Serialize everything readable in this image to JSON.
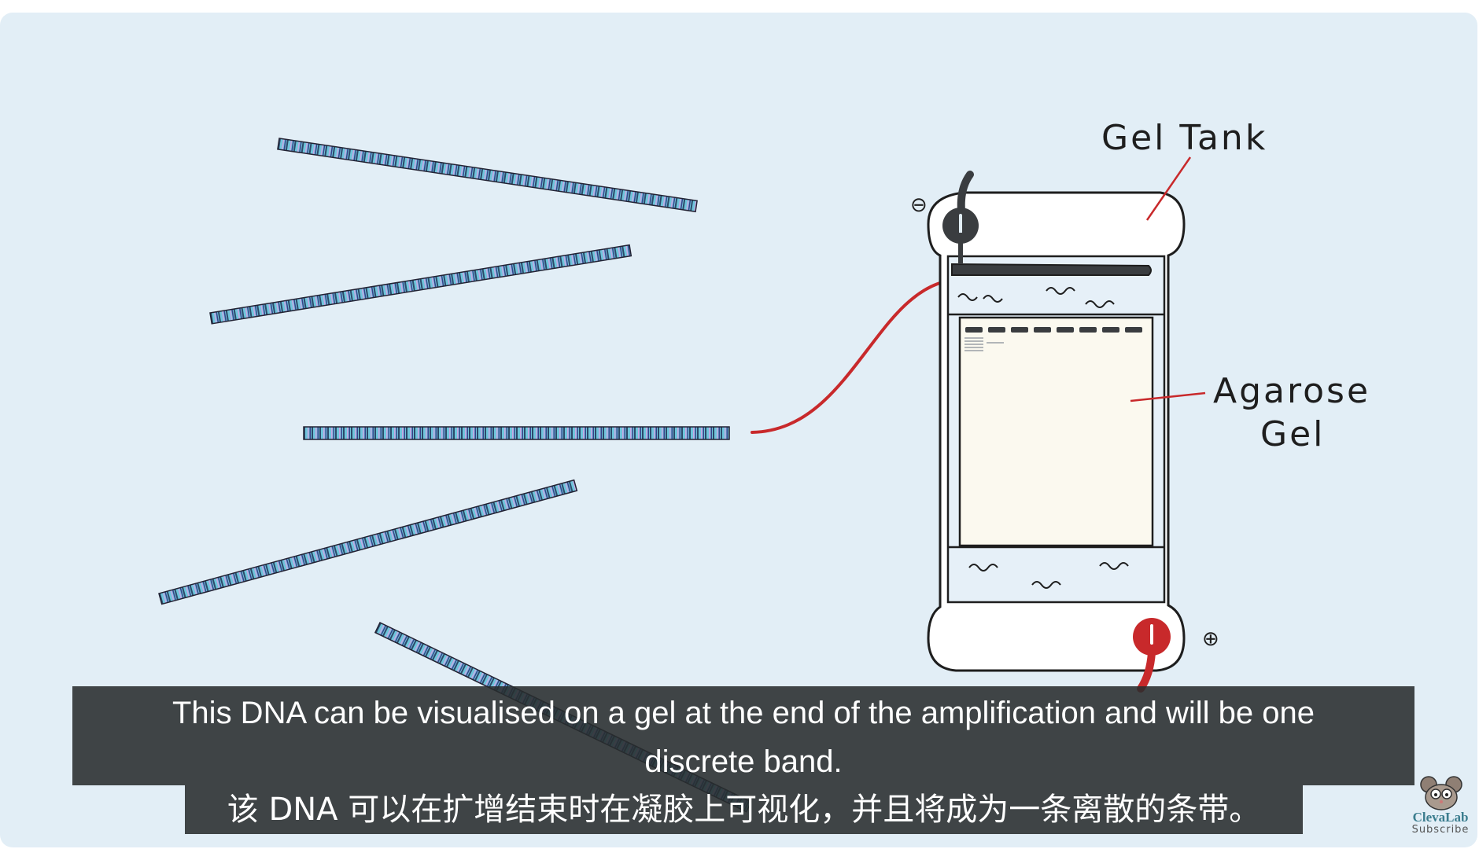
{
  "labels": {
    "gel_tank": "Gel Tank",
    "agarose_line1": "Agarose",
    "agarose_line2": "Gel",
    "negative_symbol": "⊖",
    "positive_symbol": "⊕"
  },
  "subtitles": {
    "english_line1": "This DNA can be visualised on a gel at the end of the amplification and will be one",
    "english_line2": "discrete band.",
    "chinese": "该 DNA 可以在扩增结束时在凝胶上可视化，并且将成为一条离散的条带。"
  },
  "logo": {
    "name": "ClevaLab",
    "subscribe": "Subscribe"
  },
  "colors": {
    "background": "#e2eef6",
    "dna": "#5ab6cf",
    "arrow": "#c8292b",
    "negative_electrode": "#3a3d40",
    "positive_electrode": "#c8292b",
    "gel": "#fbf9ef"
  }
}
